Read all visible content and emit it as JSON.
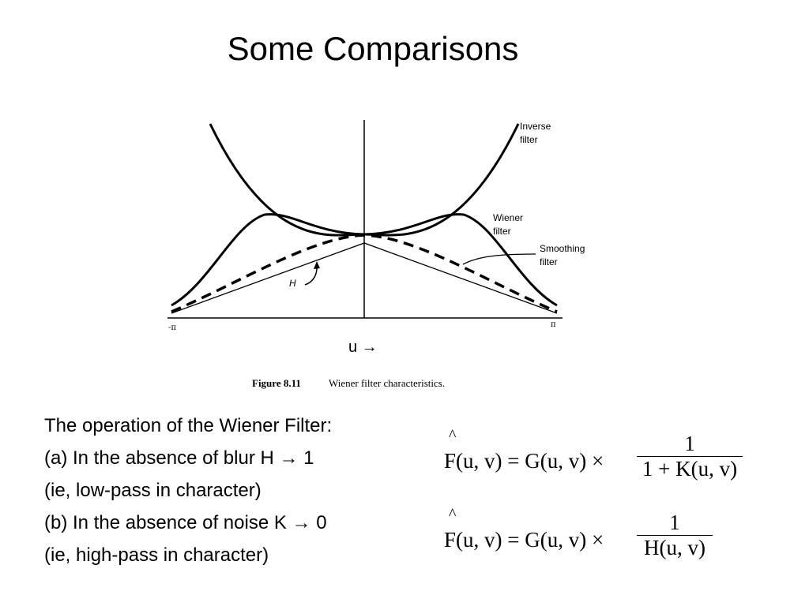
{
  "slide": {
    "title": "Some Comparisons"
  },
  "figure": {
    "curve_labels": {
      "inverse": [
        "Inverse",
        "filter"
      ],
      "wiener": [
        "Wiener",
        "filter"
      ],
      "smoothing": [
        "Smoothing",
        "filter"
      ],
      "h": "H"
    },
    "axis_left": "-π",
    "axis_right": "π",
    "u_label": "u →",
    "caption_number": "Figure 8.11",
    "caption_text": "Wiener filter characteristics."
  },
  "bullets": [
    "The operation of the Wiener Filter:",
    "(a)  In the absence of blur  H → 1",
    "(ie, low-pass in character)",
    "(b)   In the absence of noise  K → 0",
    "(ie, high-pass in character)"
  ],
  "equations": {
    "hat": "^",
    "lhs": "F(u, v) = G(u, v) ×",
    "eq1_numerator": "1",
    "eq1_denominator": "1 + K(u, v)",
    "eq2_numerator": "1",
    "eq2_denominator": "H(u, v)"
  }
}
